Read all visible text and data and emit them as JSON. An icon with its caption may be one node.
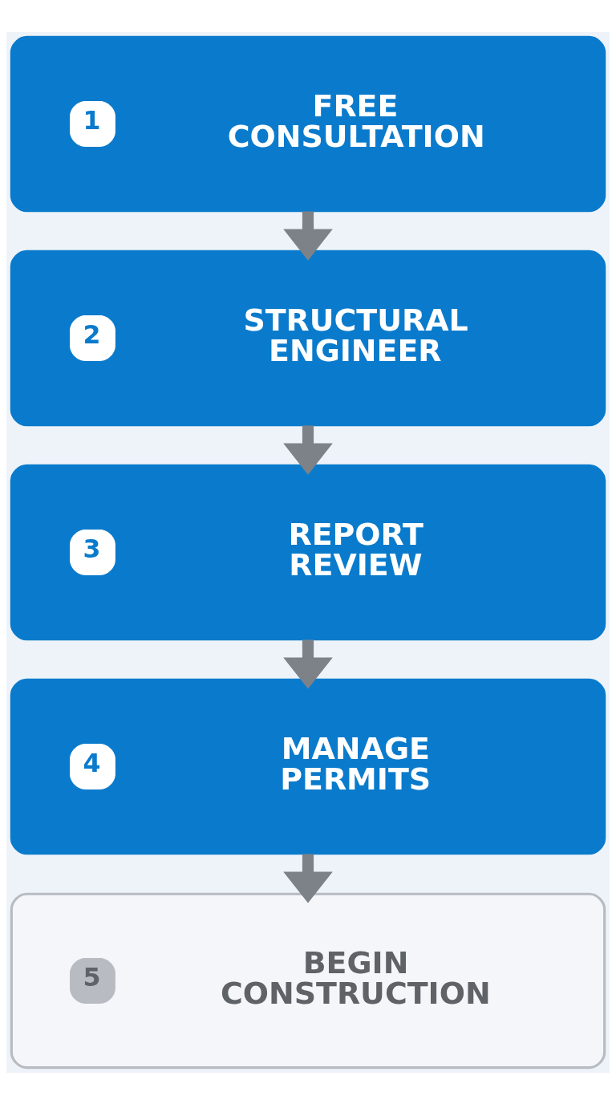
{
  "diagram": {
    "nodes": [
      {
        "text": [
          "1",
          "FREE CONSULTATION"
        ]
      },
      {
        "text": [
          "2",
          "STRUCTURAL ENGINEER"
        ]
      },
      {
        "text": [
          "3",
          "REPORT REVIEW"
        ]
      },
      {
        "text": [
          "4",
          "MANAGE PERMITS"
        ]
      },
      {
        "text": [
          "5",
          "BEGIN CONSTRUCTION"
        ]
      }
    ],
    "edges": [
      {
        "from": 0,
        "to": 1,
        "arrow": "to"
      },
      {
        "from": 1,
        "to": 2,
        "arrow": "to"
      },
      {
        "from": 2,
        "to": 3,
        "arrow": "to"
      },
      {
        "from": 3,
        "to": 4,
        "arrow": "to"
      }
    ]
  }
}
